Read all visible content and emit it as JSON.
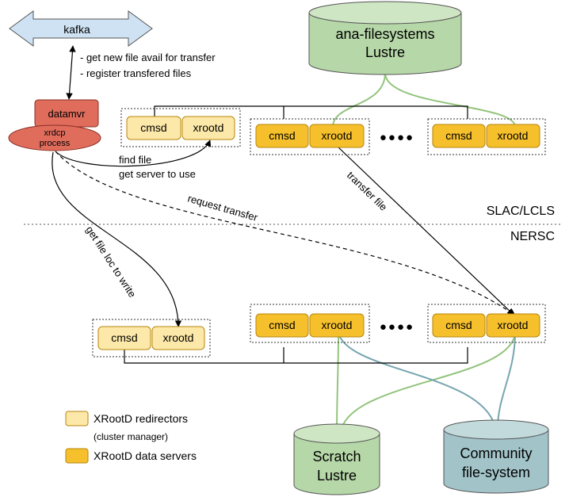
{
  "kafka": {
    "label": "kafka"
  },
  "kafka_notes": {
    "line1": "- get new file avail for transfer",
    "line2": "- register transfered files"
  },
  "datamvr": {
    "label": "datamvr",
    "process_line1": "xrdcp",
    "process_line2": "process"
  },
  "storage": {
    "ana": {
      "line1": "ana-filesystems",
      "line2": "Lustre"
    },
    "scratch": {
      "line1": "Scratch",
      "line2": "Lustre"
    },
    "community": {
      "line1": "Community",
      "line2": "file-system"
    }
  },
  "nodes": {
    "cmsd": "cmsd",
    "xrootd": "xrootd",
    "ellipsis": "●●●●"
  },
  "edges": {
    "find_file": "find file",
    "get_server": "get server to use",
    "request_transfer": "request  transfer",
    "transfer_file": "transfer  file",
    "get_file_loc": "get file loc to write"
  },
  "regions": {
    "slac": "SLAC/LCLS",
    "nersc": "NERSC"
  },
  "legend": {
    "redirectors": "XRootD redirectors",
    "cluster_manager": "(cluster manager)",
    "data_servers": "XRootD data servers"
  },
  "colors": {
    "redirector_fill": "#fce8a8",
    "server_fill": "#f5c02c",
    "node_stroke": "#b8860b",
    "kafka_fill": "#cfe2f3",
    "datamvr_fill": "#e06c5c",
    "green_fill": "#b6d7a8",
    "green_line": "#93c47d",
    "teal_fill": "#a2c4c9",
    "teal_line": "#76a5af"
  }
}
